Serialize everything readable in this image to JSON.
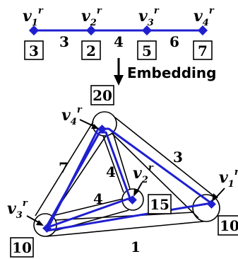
{
  "top_path": {
    "nodes": [
      {
        "base": "v",
        "sub": "1",
        "sup": "r",
        "box": "3"
      },
      {
        "base": "v",
        "sub": "2",
        "sup": "r",
        "box": "2"
      },
      {
        "base": "v",
        "sub": "3",
        "sup": "r",
        "box": "5"
      },
      {
        "base": "v",
        "sub": "4",
        "sup": "r",
        "box": "7"
      }
    ],
    "edge_weights": [
      "3",
      "4",
      "6"
    ],
    "edge_color": "#1f1fd0"
  },
  "arrow_label": "Embedding",
  "embedding": {
    "nodes": [
      {
        "base": "v",
        "sub": "4",
        "sup": "r",
        "box": "20"
      },
      {
        "base": "v",
        "sub": "2",
        "sup": "r",
        "box": "15"
      },
      {
        "base": "v",
        "sub": "3",
        "sup": "r",
        "box": "10"
      },
      {
        "base": "v",
        "sub": "1",
        "sup": "r",
        "box": "10"
      }
    ],
    "tube_weights": {
      "v4_v3": "7",
      "v4_v1": "3",
      "v4_v2": "4",
      "v3_v2": "4",
      "v3_v1": "1"
    },
    "path_color": "#1f1fd0"
  }
}
